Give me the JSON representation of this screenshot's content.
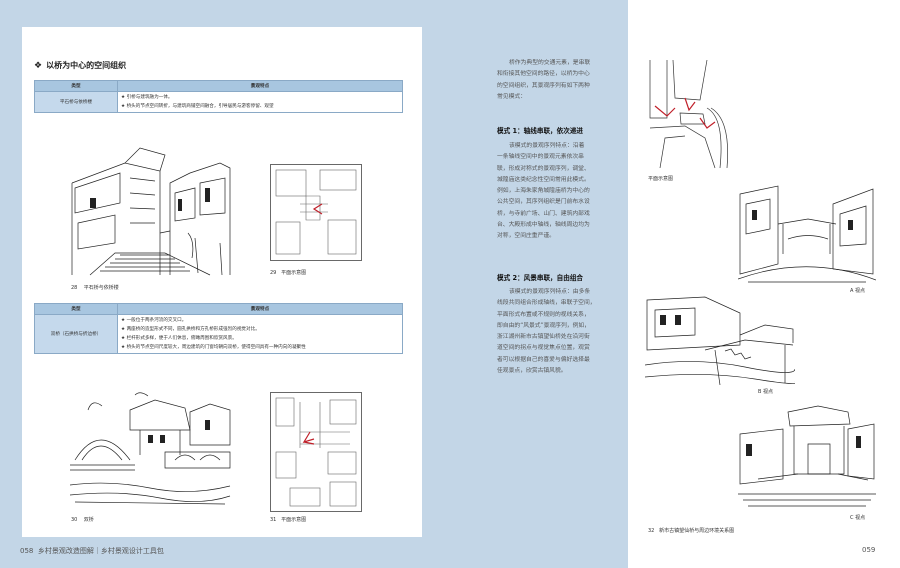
{
  "section_title": "以桥为中心的空间组织",
  "table1": {
    "header_type": "类型",
    "header_feature": "景观特点",
    "type": "平石桥与依桥楼",
    "features": [
      "★ 引桥与建筑融为一体。",
      "★ 桥头的节点空间转折，与建筑商铺空间融合，引导居民与游客停留、观望"
    ]
  },
  "fig28": {
    "num": "28",
    "caption": "平石桥与依桥楼"
  },
  "fig29": {
    "num": "29",
    "caption": "平面示意图"
  },
  "table2": {
    "header_type": "类型",
    "header_feature": "景观特点",
    "type": "双桥（石拱桥与折边桥）",
    "features": [
      "★ 一般位于两条河流的交叉口。",
      "★ 两座桥的造型形式不同，圆孔拱桥和方孔桥形成强烈的视觉对比。",
      "★ 栏杆形式多样，便于人们休息，俯瞰周围和欣赏风景。",
      "★ 桥头的节点空间尺度较大，周边建筑的门窗均朝向双桥，使得空间具有一种内向的凝聚性"
    ]
  },
  "fig30": {
    "num": "30",
    "caption": "双桥"
  },
  "fig31": {
    "num": "31",
    "caption": "平面示意图"
  },
  "footer_left": {
    "page": "058",
    "text": "乡村景观改造图解｜乡村景观设计工具包"
  },
  "footer_right": {
    "page": "059"
  },
  "right_intro": [
    "桥作为典型的交通元素，是串联",
    "和衔接其他空间的路径，以桥为中心",
    "的空间组织，其景观序列有如下两种",
    "常见模式："
  ],
  "mode1": {
    "title": "模式 1：轴线串联，依次递进",
    "lines": [
      "该模式的景观序列特点：沿着",
      "一条轴线空间中的景观元素依次串",
      "联，形成对称式的景观序列，调堂、",
      "城隍庙这类纪念性空间常用此模式。",
      "例如，上海朱家角城隍庙桥为中心的",
      "公共空间，其序列组织是门前布水设",
      "桥，与寺前广场、山门、建筑内部戏",
      "台、大殿形成中轴线，轴线周边均为",
      "对称，空间庄重严谨。"
    ]
  },
  "mode2": {
    "title": "模式 2：风景串联，自由组合",
    "lines": [
      "该模式的景观序列特点：由多条",
      "线段共同组合形成轴线，串联子空间，",
      "平面形式布置或不规则的视线关系，",
      "即自由的“风景式”景观序列，例如，",
      "浙江湖州新市古镇望仙桥处在沿河街",
      "道空间的拐点与视觉焦点位置，观赏",
      "者可以根据自己的喜爱与偏好选择最",
      "佳观景点，欣赏古镇风貌。"
    ]
  },
  "right_figs": {
    "plan": "平面示意图",
    "viewA": "A 视点",
    "viewB": "B 视点",
    "viewC": "C 视点"
  },
  "fig32": {
    "num": "32",
    "caption": "新市古镇望仙桥与周边环境关系图"
  },
  "colors": {
    "page_bg": "#c3d6e7",
    "table_header": "#a8c6e0",
    "table_cell": "#c5d9ec",
    "accent_red": "#c0202a"
  }
}
